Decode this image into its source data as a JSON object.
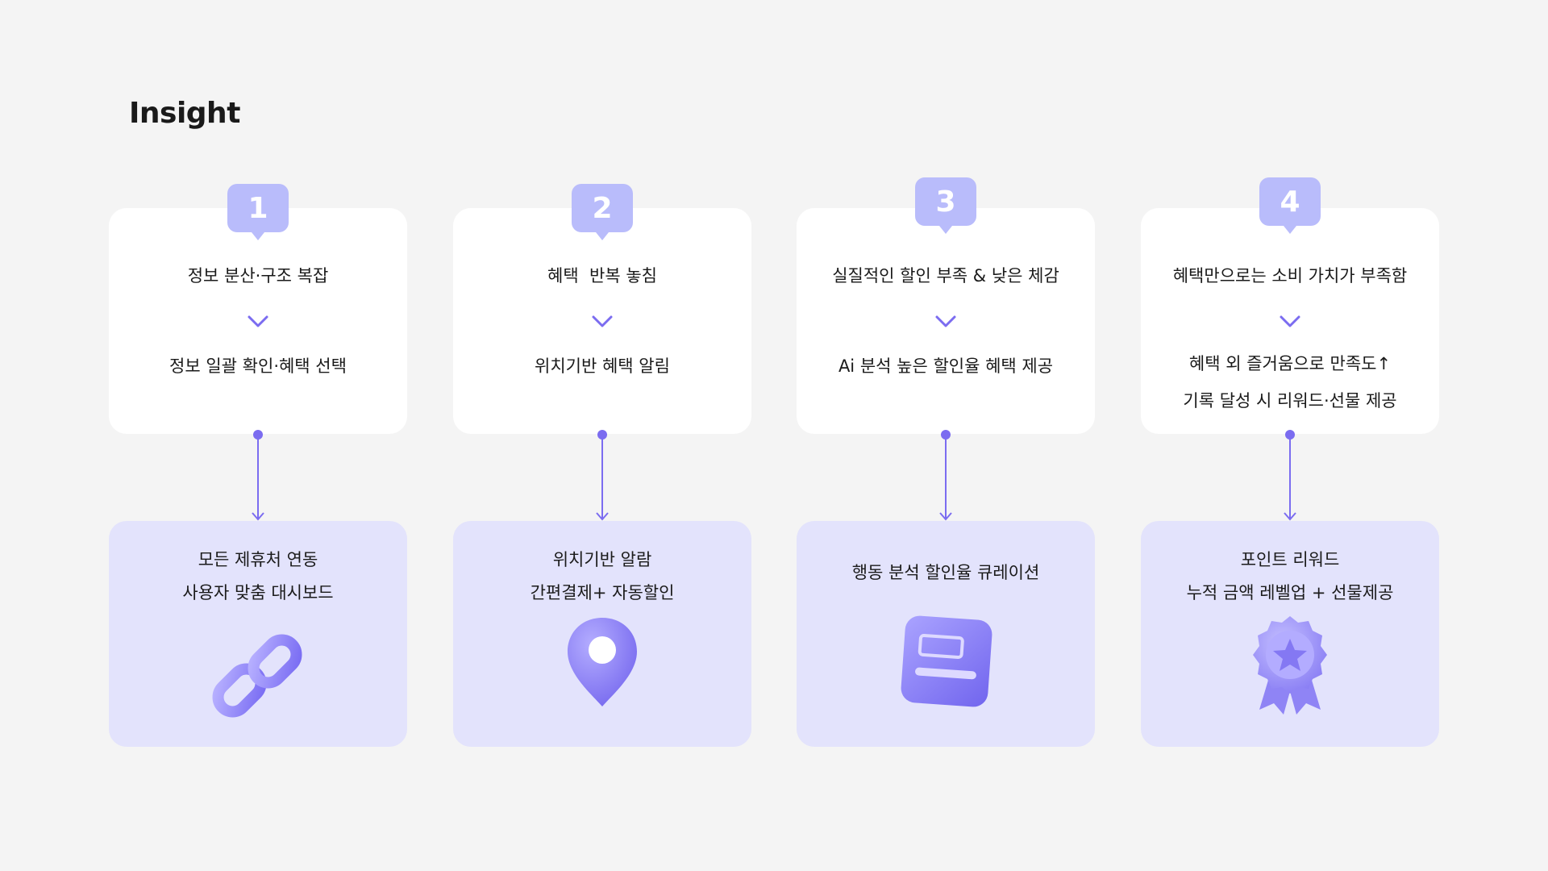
{
  "page": {
    "title": "Insight"
  },
  "steps": [
    {
      "number": "1",
      "problem": "정보 분산·구조 복잡",
      "solution": "정보 일괄 확인·혜택 선택",
      "result_lines": [
        "모든 제휴처 연동",
        "사용자 맞춤 대시보드"
      ],
      "icon": "chain-link-icon"
    },
    {
      "number": "2",
      "problem": "혜택  반복 놓침",
      "solution": "위치기반 혜택 알림",
      "result_lines": [
        "위치기반 알람",
        "간편결제+ 자동할인"
      ],
      "icon": "location-pin-icon"
    },
    {
      "number": "3",
      "problem": "실질적인 할인 부족 & 낮은 체감",
      "solution": "Ai 분석 높은 할인율 혜택 제공",
      "result_lines": [
        "행동 분석 할인율 큐레이션"
      ],
      "icon": "dashboard-card-icon"
    },
    {
      "number": "4",
      "problem": "혜택만으로는 소비 가치가 부족함",
      "solution_lines": [
        "혜택 외 즐거움으로 만족도↑",
        "기록 달성 시 리워드·선물 제공"
      ],
      "result_lines": [
        "포인트 리워드",
        "누적 금액 레벨업 + 선물제공"
      ],
      "icon": "award-badge-icon"
    }
  ],
  "colors": {
    "background": "#f4f4f4",
    "card": "#ffffff",
    "result_card": "#e3e3fc",
    "badge": "#b9bcfb",
    "accent": "#7b6cf0"
  }
}
